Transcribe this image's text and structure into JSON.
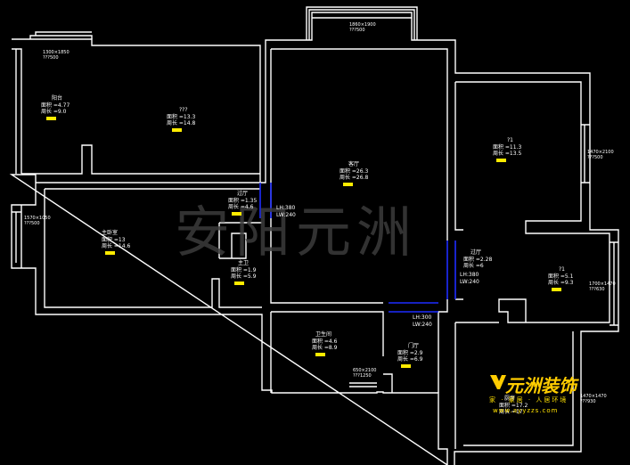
{
  "watermark": "安阳元洲",
  "logo": {
    "name": "元洲装饰",
    "tagline": "家 · 家居 · 人居环境",
    "url": "www.ayyzzs.com"
  },
  "rooms": {
    "balcony_nw": {
      "name": "阳台",
      "area": "面积 =4.77",
      "perimeter": "周长 =9.0"
    },
    "bedroom_n": {
      "name": "???",
      "area": "面积 =13.3",
      "perimeter": "周长 =14.8"
    },
    "living": {
      "name": "客厅",
      "area": "面积 =26.3",
      "perimeter": "周长 =26.8"
    },
    "bedroom_e": {
      "name": "?1",
      "area": "面积 =11.3",
      "perimeter": "周长 =13.5"
    },
    "master": {
      "name": "主卧室",
      "area": "面积 =13",
      "perimeter": "周长 =14.6"
    },
    "hall_w": {
      "name": "过厅",
      "area": "面积 =1.35",
      "perimeter": "周长 =4.6"
    },
    "bath_w": {
      "name": "主卫",
      "area": "面积 =1.9",
      "perimeter": "周长 =5.9"
    },
    "hall_e": {
      "name": "过厅",
      "area": "面积 =2.28",
      "perimeter": "周长 =6"
    },
    "room_se": {
      "name": "?1",
      "area": "面积 =5.1",
      "perimeter": "周长 =9.3"
    },
    "bath_s": {
      "name": "卫生间",
      "area": "面积 =4.6",
      "perimeter": "周长 =8.9"
    },
    "entry": {
      "name": "门厅",
      "area": "面积 =2.9",
      "perimeter": "周长 =6.9"
    },
    "kitchen": {
      "name": "厨房",
      "area": "面积 =17.2",
      "perimeter": "周长 =17"
    }
  },
  "openings": {
    "o1": {
      "line1": "LH:380",
      "line2": "LW:240"
    },
    "o2": {
      "line1": "LH:380",
      "line2": "LW:240"
    },
    "o3": {
      "line1": "LH:300",
      "line2": "LW:240"
    }
  },
  "dims": {
    "d1": {
      "line1": "1300×1850",
      "line2": "???500"
    },
    "d2": {
      "line1": "1860×1900",
      "line2": "???500"
    },
    "d3": {
      "line1": "1570×1050",
      "line2": "???500"
    },
    "d4": {
      "line1": "1470×2100",
      "line2": "???500"
    },
    "d5": {
      "line1": "1700×1470",
      "line2": "???630"
    },
    "d6": {
      "line1": "1470×1470",
      "line2": "???930"
    },
    "d7": {
      "line1": "650×2100",
      "line2": "???1250"
    }
  },
  "colors": {
    "wall": "#ffffff",
    "tag": "#ffeb00",
    "opening": "#1e2cff",
    "logo": "#ffcc00",
    "watermark": "#3b3b3b"
  }
}
